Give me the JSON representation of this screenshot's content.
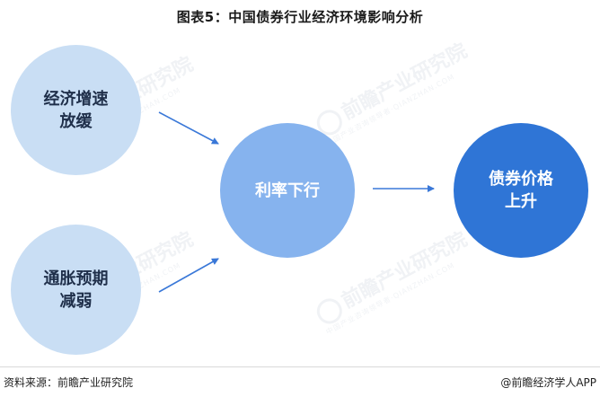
{
  "title": "图表5：中国债券行业经济环境影响分析",
  "nodes": {
    "econ_slowdown": "经济增速\n放缓",
    "inflation_weaken": "通胀预期\n减弱",
    "rate_down": "利率下行",
    "bond_price_up": "债券价格\n上升"
  },
  "watermark": {
    "text": "前瞻产业研究院",
    "sub": "中国产业咨询领导者·QIANZHAN.COM"
  },
  "footer": {
    "source": "资料来源：前瞻产业研究院",
    "credit": "@前瞻经济学人APP"
  },
  "colors": {
    "light_circle": "#c9def4",
    "mid_circle": "#86b3ee",
    "dark_circle": "#2f75d6",
    "arrow": "#3a78d8"
  }
}
